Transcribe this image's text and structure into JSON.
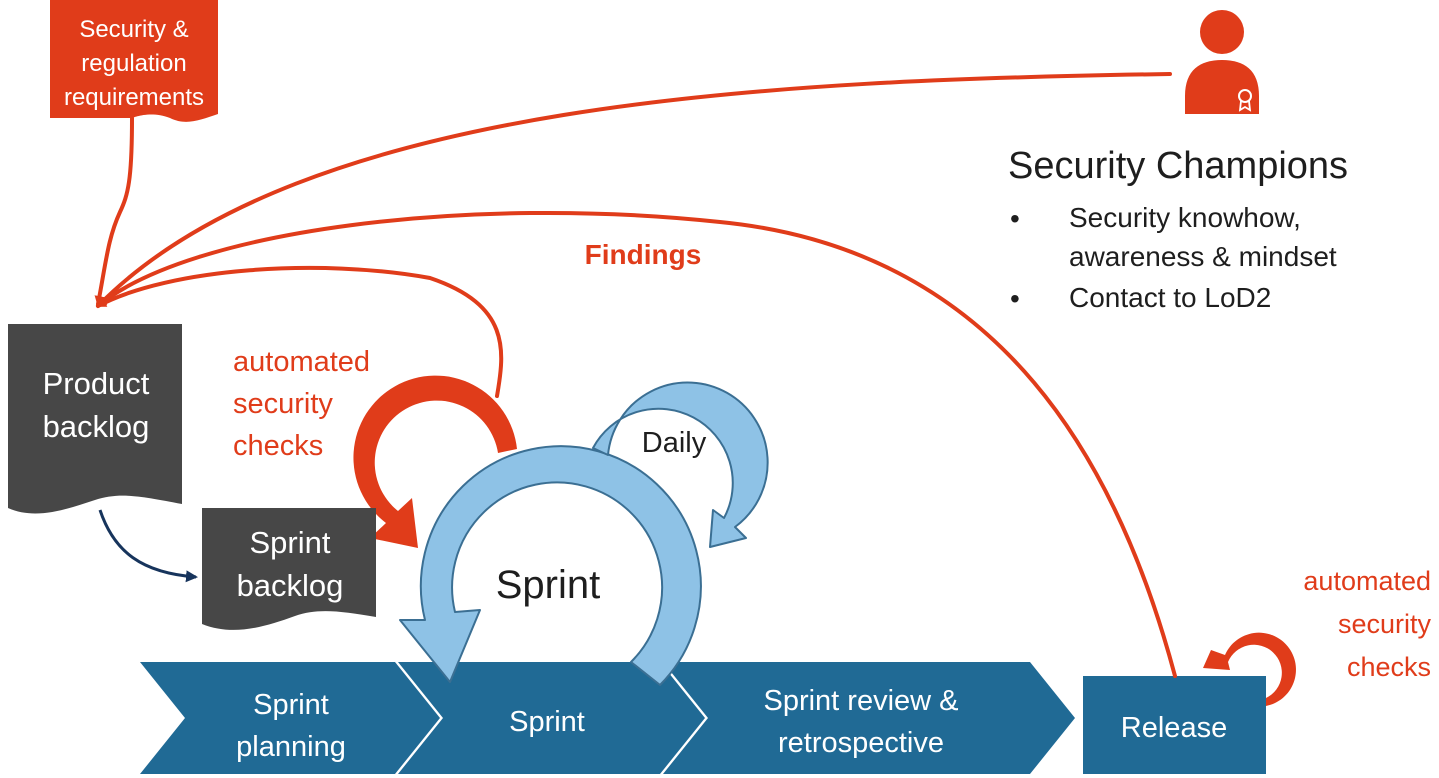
{
  "colors": {
    "accent_orange": "#e03c1a",
    "dark_gray": "#474747",
    "steel_blue": "#206a95",
    "light_blue": "#8ec2e6",
    "light_blue_stroke": "#3b6f93",
    "navy": "#17345c",
    "text_dark": "#1e1e1e",
    "white": "#ffffff"
  },
  "requirements_tag": {
    "lines": [
      "Security &",
      "regulation",
      "requirements"
    ]
  },
  "security_champions": {
    "icon": "security-champion-person-icon",
    "title": "Security Champions",
    "bullets": [
      {
        "marker": "•",
        "lines": [
          "Security knowhow,",
          "awareness & mindset"
        ]
      },
      {
        "marker": "•",
        "lines": [
          "Contact to LoD2"
        ]
      }
    ]
  },
  "findings_label": "Findings",
  "product_backlog": {
    "lines": [
      "Product",
      "backlog"
    ]
  },
  "sprint_backlog": {
    "lines": [
      "Sprint",
      "backlog"
    ]
  },
  "automated_checks_left": {
    "lines": [
      "automated",
      "security",
      "checks"
    ]
  },
  "automated_checks_right": {
    "lines": [
      "automated",
      "security",
      "checks"
    ]
  },
  "daily_label": "Daily",
  "sprint_cycle_label": "Sprint",
  "process_steps": [
    {
      "lines": [
        "Sprint",
        "planning"
      ]
    },
    {
      "lines": [
        "Sprint"
      ]
    },
    {
      "lines": [
        "Sprint review &",
        "retrospective"
      ]
    }
  ],
  "release_box": {
    "label": "Release"
  }
}
